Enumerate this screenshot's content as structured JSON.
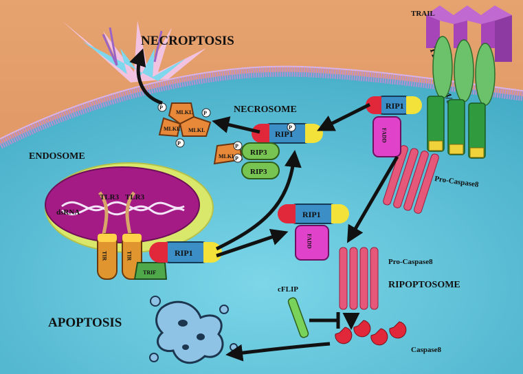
{
  "labels": {
    "necroptosis": "NECROPTOSIS",
    "necrosome": "NECROSOME",
    "endosome": "ENDOSOME",
    "apoptosis": "APOPTOSIS",
    "ripoptosome": "RIPOPTOSOME",
    "trail": "TRAIL",
    "trail_dr": "TRAIL-DR4/5",
    "pro_caspase8": "Pro-Caspase8",
    "caspase8": "Caspase8",
    "cflip": "cFLIP",
    "rip1": "RIP1",
    "rip3": "RIP3",
    "mlkl": "MLKL",
    "fadd": "FADD",
    "trif": "TRIF",
    "tir": "TIR",
    "tlr3": "TLR3",
    "dsrna": "dsRNA",
    "phospho": "P"
  },
  "colors": {
    "cytoplasm": "#5ec6dc",
    "outside": "#e3a06c",
    "membrane": "#b78ccb",
    "endosome_outer": "#d9e76a",
    "endosome_inner": "#a41b86",
    "rip1": "#3b8ec6",
    "rip3": "#78c452",
    "mlkl": "#e8893a",
    "fadd": "#e043c9",
    "caspase": "#e0283a",
    "receptor": "#2f9b3e",
    "trail": "#a645b8",
    "tir": "#e0952e",
    "trif": "#4fa84a",
    "cflip": "#79d35a"
  }
}
